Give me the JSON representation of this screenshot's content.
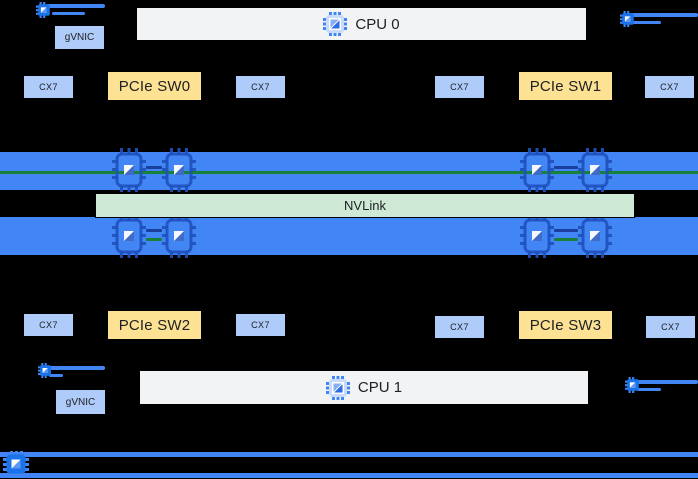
{
  "colors": {
    "background": "#000000",
    "band-blue": "#4285F4",
    "nvlink-green-bg": "#CEEAD6",
    "link-green": "#188038",
    "switch-yellow": "#FDE293",
    "nic-box-blue": "#AECBFA",
    "cpu-box-gray": "#F1F3F4",
    "nic-icon-blue": "#1A73E8",
    "line-blue": "#4285F4",
    "gpu-outline-blue": "#1F52BD",
    "text-dark": "#202124"
  },
  "labels": {
    "nvlink": "NVLink",
    "cpu0": "CPU 0",
    "cpu1": "CPU 1",
    "gvnic_top": "gVNIC",
    "gvnic_bottom": "gVNIC",
    "pcie_sw0": "PCIe SW0",
    "pcie_sw1": "PCIe SW1",
    "pcie_sw2": "PCIe SW2",
    "pcie_sw3": "PCIe SW3",
    "cx7": [
      "CX7",
      "CX7",
      "CX7",
      "CX7",
      "CX7",
      "CX7",
      "CX7",
      "CX7"
    ]
  },
  "icons": {
    "cpu": "cpu-chip-icon",
    "gpu": "gpu-chip-icon",
    "nic": "nic-chip-icon",
    "network": "network-chip-icon"
  }
}
